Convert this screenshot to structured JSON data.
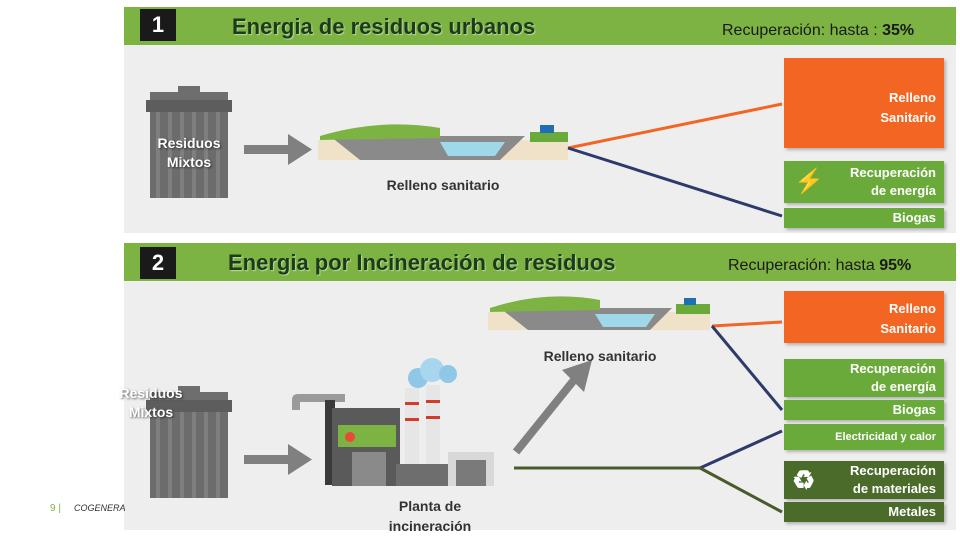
{
  "sections": [
    {
      "number": "1",
      "title": "Energia de residuos urbanos",
      "recovery_prefix": "Recuperación: hasta : ",
      "recovery_value": "35%",
      "bin_label_line1": "Residuos",
      "bin_label_line2": "Mixtos",
      "landfill_label": "Relleno sanitario",
      "outputs": {
        "relleno_line1": "Relleno",
        "relleno_line2": "Sanitario",
        "energia_line1": "Recuperación",
        "energia_line2": "de energía",
        "biogas": "Biogas"
      }
    },
    {
      "number": "2",
      "title": "Energia por Incineración de residuos",
      "recovery_prefix": "Recuperación: hasta ",
      "recovery_value": "95%",
      "bin_label_line1": "Residuos",
      "bin_label_line2": "Mixtos",
      "landfill_label": "Relleno sanitario",
      "plant_label_line1": "Planta de",
      "plant_label_line2": "incineración",
      "outputs": {
        "relleno_line1": "Relleno",
        "relleno_line2": "Sanitario",
        "energia_line1": "Recuperación",
        "energia_line2": "de energía",
        "biogas": "Biogas",
        "electricidad": "Electricidad y calor",
        "materiales_line1": "Recuperación",
        "materiales_line2": "de materiales",
        "metales": "Metales"
      }
    }
  ],
  "footer": {
    "page": "9 |",
    "text": "COGENERA"
  },
  "colors": {
    "accent_green": "#7cb342",
    "orange": "#f26522",
    "navy": "#2e3a6b",
    "olive": "#4a5a2a"
  },
  "icons": [
    "lightning-icon",
    "recycle-icon",
    "trash-bin-icon",
    "factory-icon",
    "landfill-icon"
  ]
}
